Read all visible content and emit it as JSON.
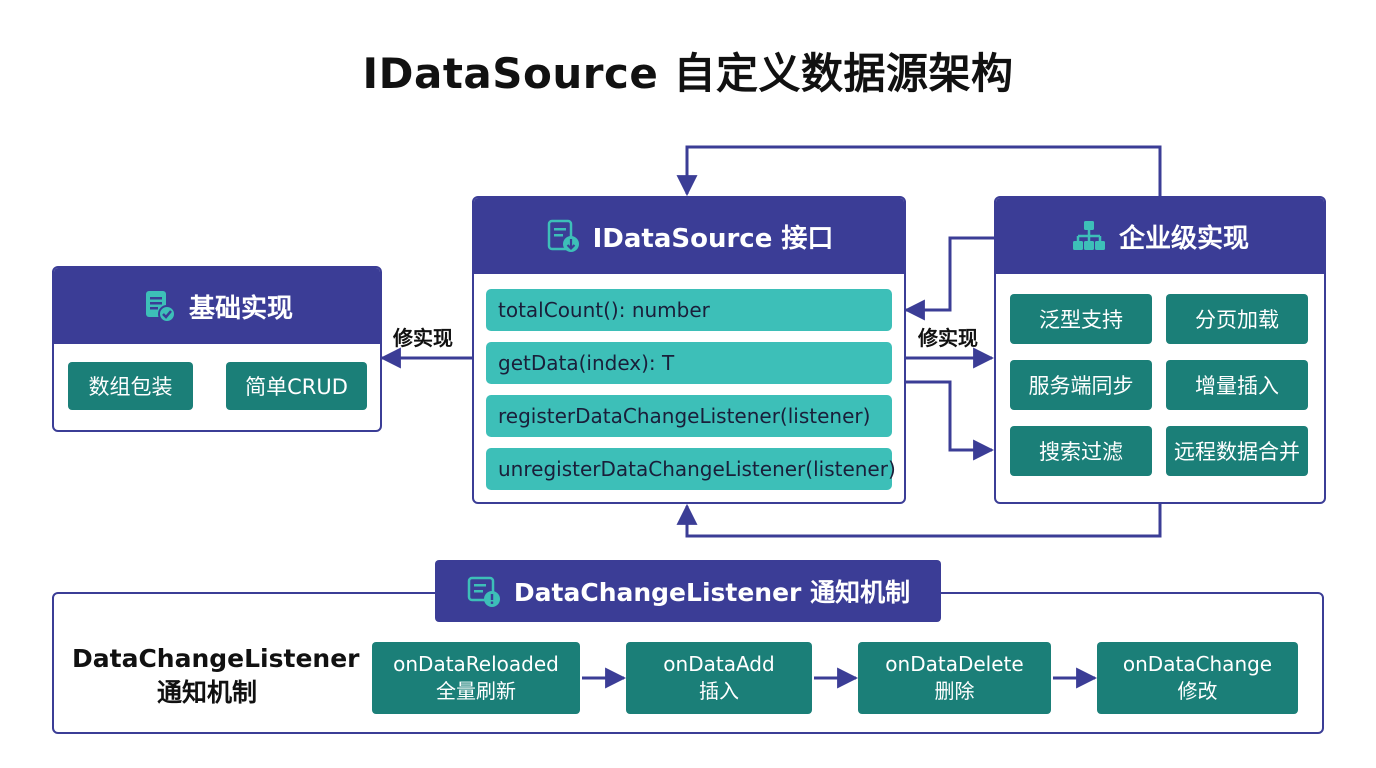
{
  "title": "IDataSource 自定义数据源架构",
  "colors": {
    "header_navy": "#3b3d96",
    "chip_teal": "#1b7f78",
    "method_teal": "#3dbfb8",
    "line": "#3b3d96"
  },
  "basic": {
    "icon": "document-check-icon",
    "title": "基础实现",
    "items": [
      "数组包装",
      "简单CRUD"
    ]
  },
  "interface": {
    "icon": "document-download-icon",
    "title": "IDataSource 接口",
    "methods": [
      "totalCount(): number",
      "getData(index): T",
      "registerDataChangeListener(listener)",
      "unregisterDataChangeListener(listener)"
    ]
  },
  "enterprise": {
    "icon": "hierarchy-icon",
    "title": "企业级实现",
    "features": [
      "泛型支持",
      "分页加载",
      "服务端同步",
      "增量插入",
      "搜索过滤",
      "远程数据合并"
    ]
  },
  "edges": {
    "left_label": "修实现",
    "right_label": "修实现"
  },
  "listener": {
    "icon": "document-alert-icon",
    "header": "DataChangeListener 通知机制",
    "side_title_line1": "DataChangeListener",
    "side_title_line2": "通知机制",
    "steps": [
      {
        "name": "onDataReloaded",
        "desc": "全量刷新"
      },
      {
        "name": "onDataAdd",
        "desc": "插入"
      },
      {
        "name": "onDataDelete",
        "desc": "删除"
      },
      {
        "name": "onDataChange",
        "desc": "修改"
      }
    ]
  }
}
